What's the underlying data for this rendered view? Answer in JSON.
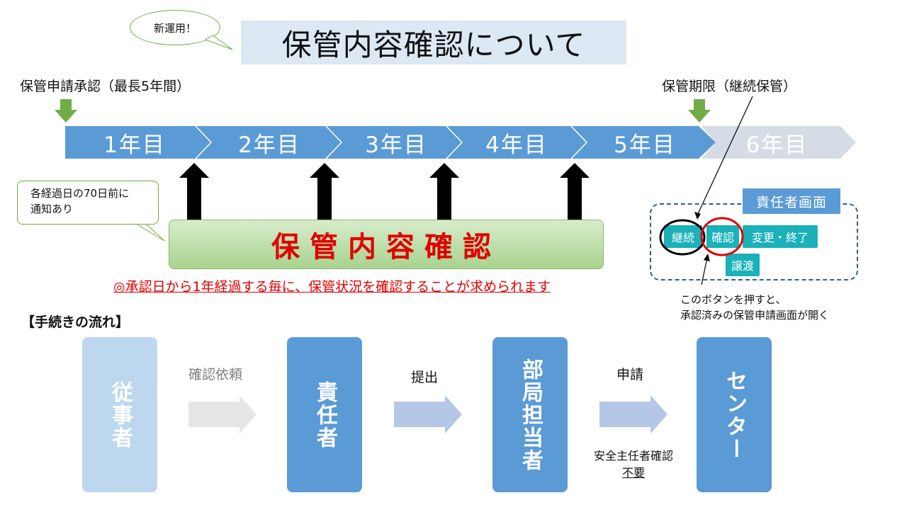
{
  "header": {
    "title": "保管内容確認について",
    "new_badge": "新運用！"
  },
  "timeline": {
    "start_label": "保管申請承認（最長5年間）",
    "end_label": "保管期限（継続保管）",
    "years": [
      "1年目",
      "2年目",
      "3年目",
      "4年目",
      "5年目",
      "6年目"
    ]
  },
  "notice": {
    "line1": "各経過日の70日前に",
    "line2": "通知あり"
  },
  "confirm": {
    "bar_label": "保管内容確認",
    "note": "◎承認日から1年経過する毎に、保管状況を確認することが求められます"
  },
  "manager_screen": {
    "title": "責任者画面",
    "buttons": {
      "continue": "継続",
      "confirm": "確認",
      "change_end": "変更・終了",
      "transfer": "譲渡"
    },
    "note_line1": "このボタンを押すと、",
    "note_line2": "承認済みの保管申請画面が開く"
  },
  "flow": {
    "heading": "【手続きの流れ】",
    "steps": [
      "従事者",
      "責任者",
      "部局担当者",
      "センター"
    ],
    "arrows": [
      "確認依頼",
      "提出",
      "申請"
    ],
    "sub_note_line1": "安全主任者確認",
    "sub_note_line2": "不要"
  },
  "colors": {
    "timeline_active": "#5b9bd5",
    "timeline_future": "#d6dce5",
    "green_arrow": "#70ad47",
    "red": "#e00000",
    "teal_button": "#1ab1b9",
    "flow_light": "#bdd7ee",
    "flow_dark": "#5b9bd5"
  }
}
